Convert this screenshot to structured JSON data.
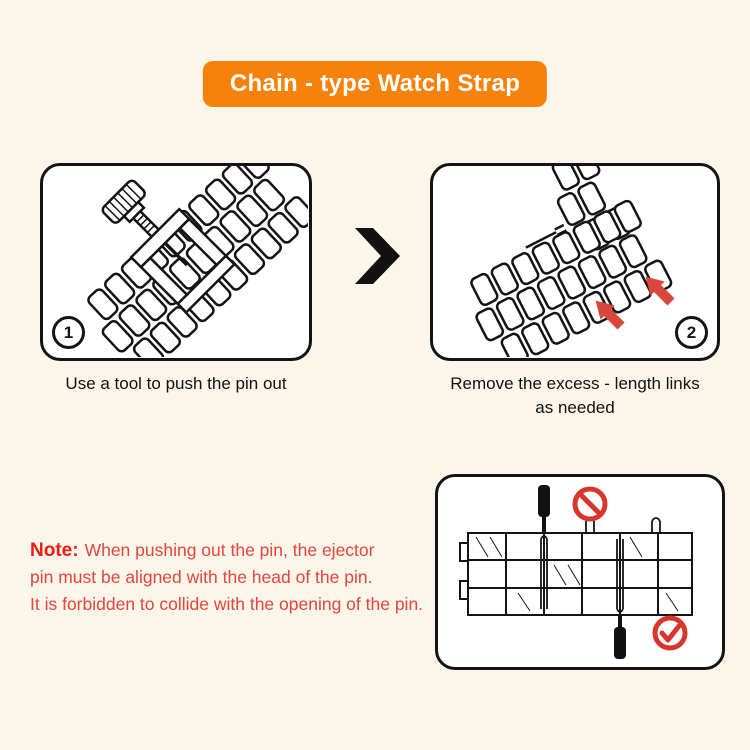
{
  "title_banner": {
    "label": "Chain - type Watch Strap"
  },
  "steps": [
    {
      "number": "1",
      "caption": "Use a tool to push the pin out"
    },
    {
      "number": "2",
      "caption_line1": "Remove the excess - length links",
      "caption_line2": "as needed"
    }
  ],
  "note": {
    "label": "Note:",
    "lines": [
      "When pushing out the pin, the ejector",
      "pin must be aligned with the head of the pin.",
      "It is forbidden to collide with the opening of the pin."
    ]
  },
  "icons": {
    "chevron_right": "black right-pointing chevron between step panels",
    "red_arrow": "red arrow pointing at link gap",
    "prohibition": "red no-entry circle with slash (wrong way)",
    "check": "red circle with checkmark (correct way)"
  },
  "colors": {
    "background": "#FBF5EA",
    "banner_orange": "#F6820C",
    "line_art": "#141414",
    "accent_red": "#D8473B",
    "note_red": "#E2463C"
  }
}
